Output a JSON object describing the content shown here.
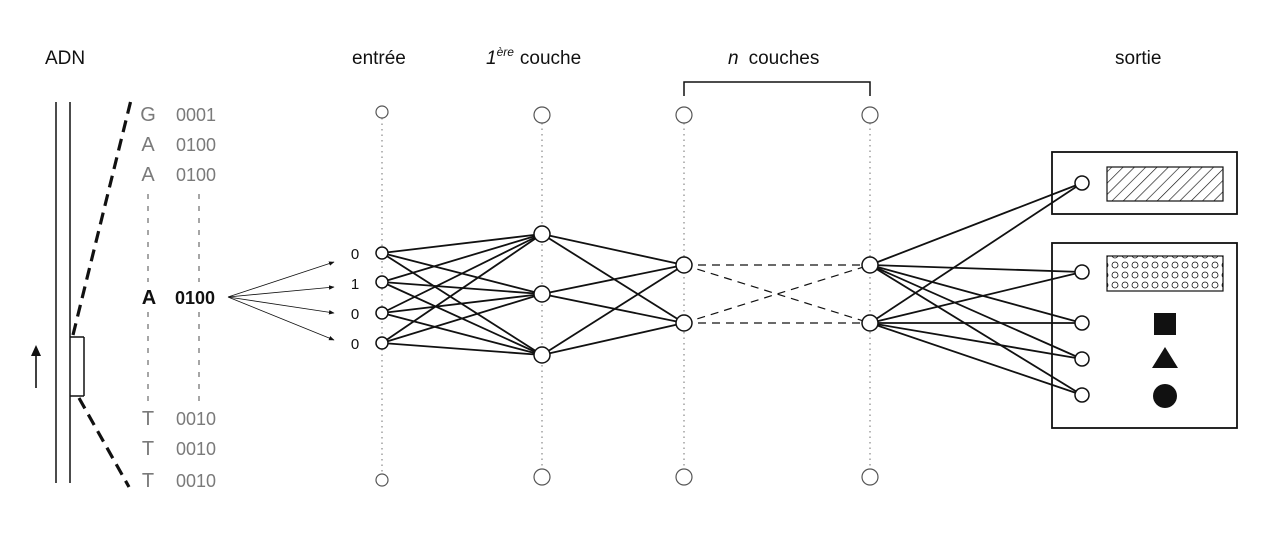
{
  "headers": {
    "dna": "ADN",
    "input": "entrée",
    "first_layer_num": "1",
    "first_layer_sup": "ère",
    "first_layer_word": "couche",
    "n_layers_n": "n",
    "n_layers_word": "couches",
    "output": "sortie"
  },
  "sequence_top": [
    {
      "base": "G",
      "code": "0001"
    },
    {
      "base": "A",
      "code": "0100"
    },
    {
      "base": "A",
      "code": "0100"
    }
  ],
  "focus": {
    "base": "A",
    "code": "0100"
  },
  "sequence_bottom": [
    {
      "base": "T",
      "code": "0010"
    },
    {
      "base": "T",
      "code": "0010"
    },
    {
      "base": "T",
      "code": "0010"
    }
  ],
  "input_bits": [
    "0",
    "1",
    "0",
    "0"
  ],
  "output_classes": [
    "hatched-rectangle",
    "dotted-rectangle",
    "square",
    "triangle",
    "circle"
  ],
  "colors": {
    "line": "#111111",
    "gray_text": "#7a7a7a",
    "dotted": "#888888"
  }
}
